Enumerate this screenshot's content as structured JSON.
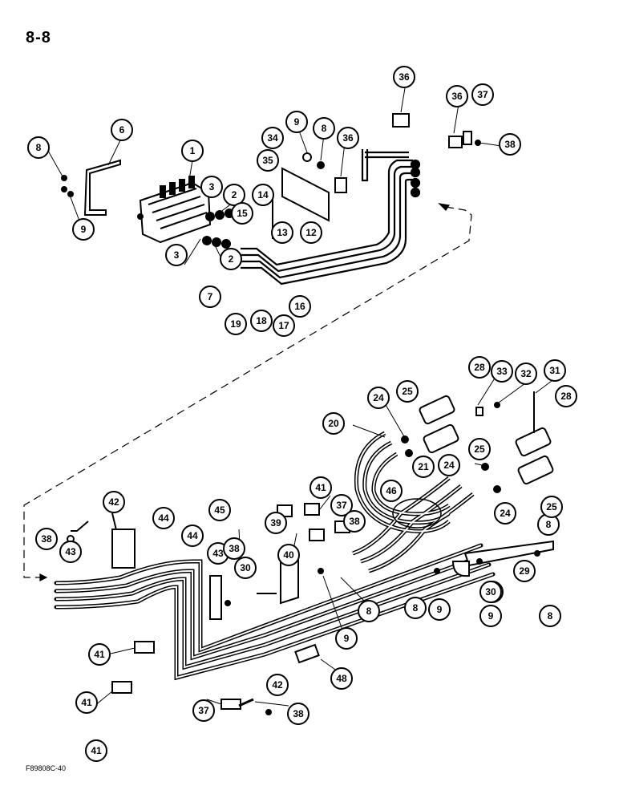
{
  "page_number": "8-8",
  "figure_code": "F89808C-40",
  "callout_labels": [
    "1",
    "2",
    "2",
    "3",
    "3",
    "6",
    "7",
    "8",
    "9",
    "8",
    "9",
    "12",
    "13",
    "14",
    "15",
    "16",
    "17",
    "18",
    "19",
    "9",
    "8",
    "34",
    "35",
    "36",
    "36",
    "36",
    "37",
    "38",
    "20",
    "24",
    "25",
    "28",
    "33",
    "32",
    "31",
    "28",
    "25",
    "24",
    "21",
    "46",
    "41",
    "37",
    "38",
    "42",
    "44",
    "38",
    "43",
    "45",
    "44",
    "43",
    "38",
    "30",
    "39",
    "40",
    "8",
    "9",
    "9",
    "8",
    "8",
    "9",
    "30",
    "29",
    "24",
    "25",
    "41",
    "41",
    "41",
    "42",
    "38",
    "37",
    "48"
  ]
}
